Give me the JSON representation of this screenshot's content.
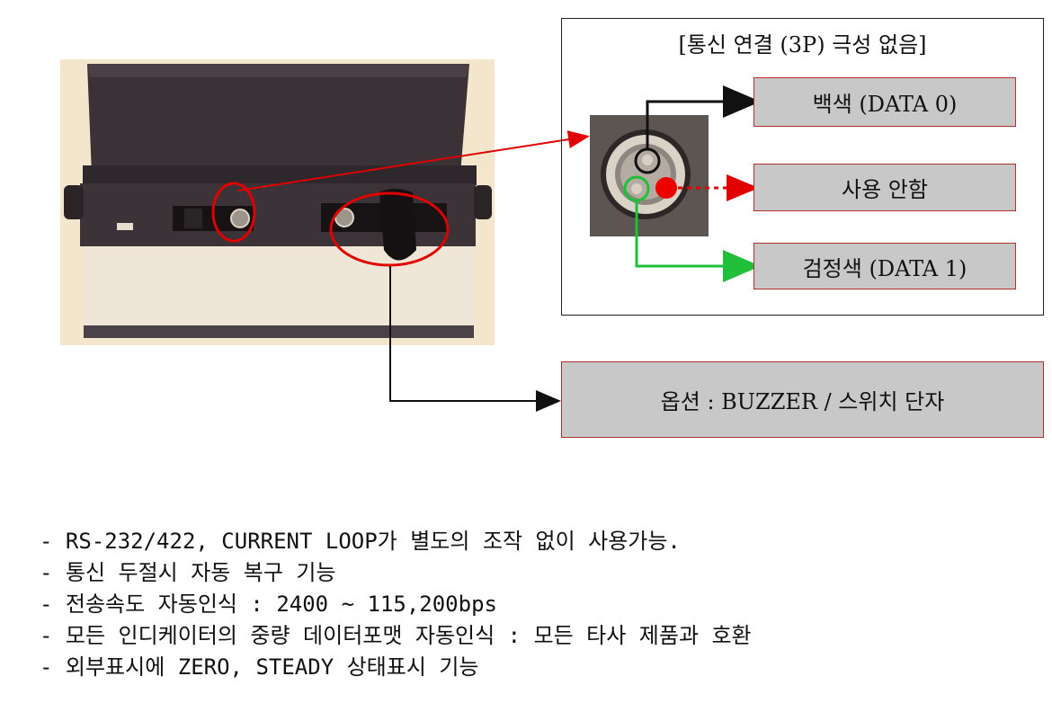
{
  "panel": {
    "title": "[통신 연결 (3P) 극성 없음]",
    "labels": {
      "white": "백색 (DATA 0)",
      "unused": "사용 안함",
      "black": "검정색 (DATA 1)"
    }
  },
  "option_label": "옵션 : BUZZER / 스위치 단자",
  "notes": [
    "- RS-232/422, CURRENT LOOP가 별도의 조작 없이 사용가능.",
    "- 통신 두절시 자동 복구 기능",
    "- 전송속도 자동인식 : 2400 ~ 115,200bps",
    "- 모든 인디케이터의 중량 데이터포맷 자동인식 : 모든 타사 제품과 호환",
    "- 외부표시에 ZERO, STEADY 상태표시 기능"
  ],
  "colors": {
    "highlight_red": "#e00000",
    "green_wire": "#1fbf3a",
    "black_wire": "#111111",
    "label_fill": "#c8c8c8",
    "label_border": "#b03030"
  }
}
